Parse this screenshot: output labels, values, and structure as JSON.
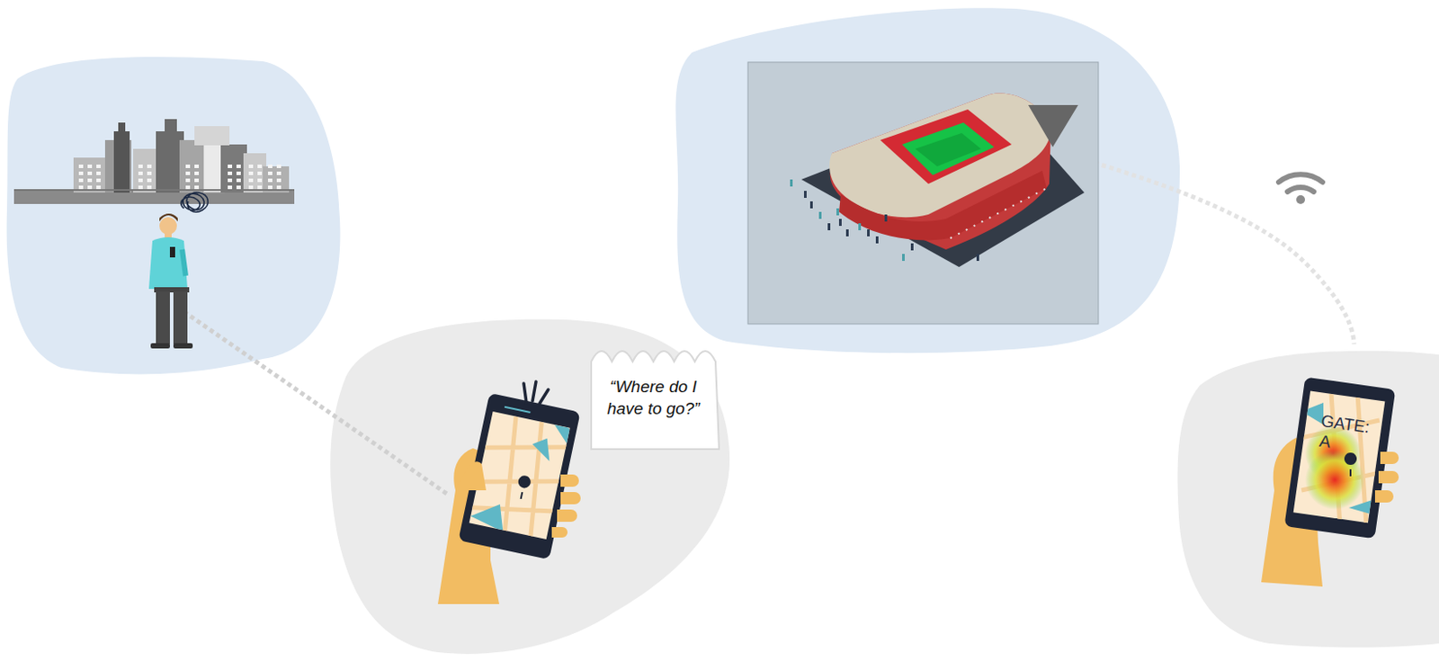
{
  "diagram": {
    "nodes": [
      {
        "text": [
          "“Where do I have to go?”"
        ]
      }
    ],
    "labels": [
      "GATE:",
      "A"
    ]
  }
}
